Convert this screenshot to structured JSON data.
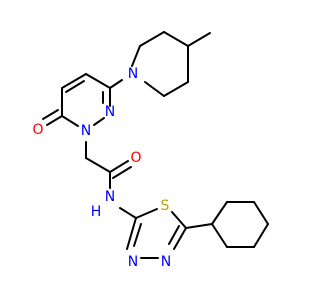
{
  "molecule": {
    "atoms": {
      "n_pip": {
        "symbol": "N",
        "color": "#0000ff"
      },
      "n_pyd_a": {
        "symbol": "N",
        "color": "#0000ff"
      },
      "n_pyd_b": {
        "symbol": "N",
        "color": "#0000ff"
      },
      "o_ring": {
        "symbol": "O",
        "color": "#ff0000"
      },
      "o_amide": {
        "symbol": "O",
        "color": "#ff0000"
      },
      "n_amide": {
        "symbol": "N",
        "color": "#0000ff"
      },
      "h_amide": {
        "symbol": "H",
        "color": "#0000ff"
      },
      "s_thiad": {
        "symbol": "S",
        "color": "#c8a000"
      },
      "n_thiad_a": {
        "symbol": "N",
        "color": "#0000ff"
      },
      "n_thiad_b": {
        "symbol": "N",
        "color": "#0000ff"
      }
    },
    "bond_color": "#000000"
  }
}
